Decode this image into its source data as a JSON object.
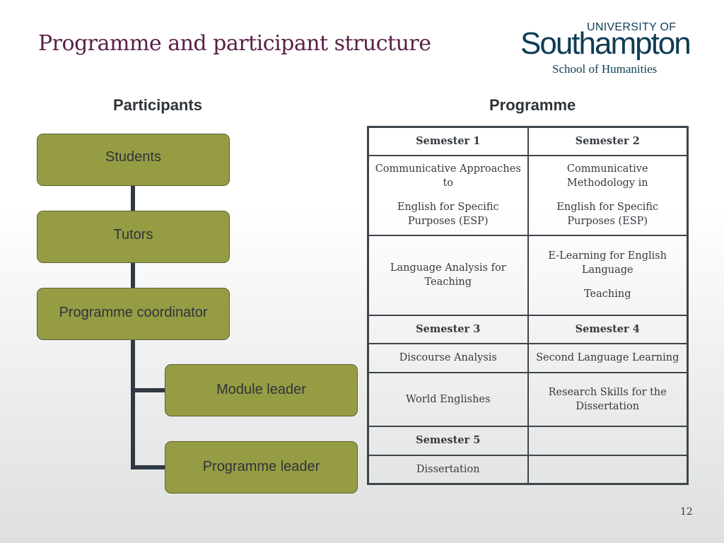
{
  "slide": {
    "title": "Programme and participant structure",
    "page_number": "12"
  },
  "logo": {
    "university_of": "UNIVERSITY OF",
    "name": "Southampton",
    "school": "School of Humanities"
  },
  "participants": {
    "heading": "Participants",
    "nodes": [
      {
        "label": "Students"
      },
      {
        "label": "Tutors"
      },
      {
        "label": "Programme coordinator"
      },
      {
        "label": "Module leader"
      },
      {
        "label": "Programme leader"
      }
    ]
  },
  "programme": {
    "heading": "Programme",
    "rows": [
      {
        "type": "header",
        "cells": [
          [
            "Semester 1"
          ],
          [
            "Semester 2"
          ]
        ]
      },
      {
        "type": "body",
        "cells": [
          [
            "Communicative Approaches to",
            "English for Specific Purposes (ESP)"
          ],
          [
            "Communicative Methodology in",
            "English for Specific Purposes (ESP)"
          ]
        ]
      },
      {
        "type": "body",
        "cells": [
          [
            "Language Analysis for Teaching"
          ],
          [
            "E-Learning for English Language",
            "Teaching"
          ]
        ]
      },
      {
        "type": "header",
        "cells": [
          [
            "Semester 3"
          ],
          [
            "Semester 4"
          ]
        ]
      },
      {
        "type": "body",
        "cells": [
          [
            "Discourse Analysis"
          ],
          [
            "Second Language Learning"
          ]
        ]
      },
      {
        "type": "body",
        "cells": [
          [
            "World Englishes"
          ],
          [
            "Research Skills for the Dissertation"
          ]
        ]
      },
      {
        "type": "header",
        "cells": [
          [
            "Semester 5"
          ],
          []
        ]
      },
      {
        "type": "body",
        "cells": [
          [
            "Dissertation"
          ],
          []
        ]
      }
    ]
  },
  "colors": {
    "title": "#5a2147",
    "logo": "#0f3d55",
    "node_fill": "#969c44",
    "connector": "#2f3a44",
    "table_border": "#3e454b"
  }
}
